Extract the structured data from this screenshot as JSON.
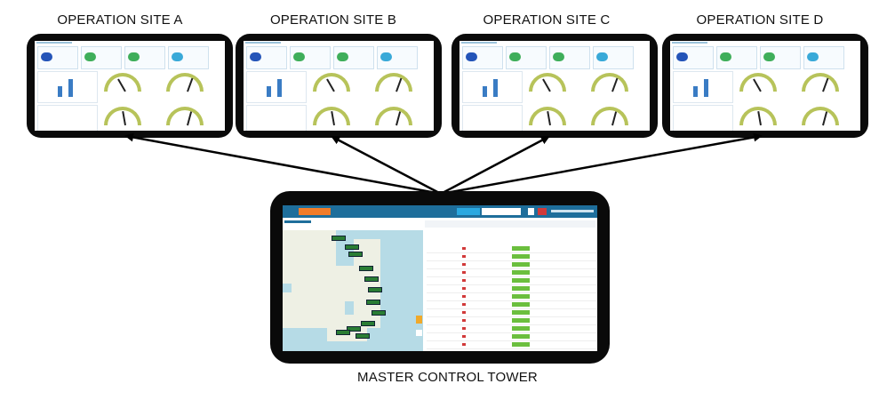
{
  "sites": [
    {
      "label": "OPERATION SITE A"
    },
    {
      "label": "OPERATION SITE B"
    },
    {
      "label": "OPERATION SITE C"
    },
    {
      "label": "OPERATION SITE D"
    }
  ],
  "master": {
    "label": "MASTER CONTROL TOWER"
  },
  "colors": {
    "frame": "#0a0a0a",
    "topbar": "#1e6e9b",
    "accent": "#f07c2a",
    "map_water": "#b6dbe6",
    "bars": "#3a7cc4",
    "gauge": "#b7c35a"
  }
}
